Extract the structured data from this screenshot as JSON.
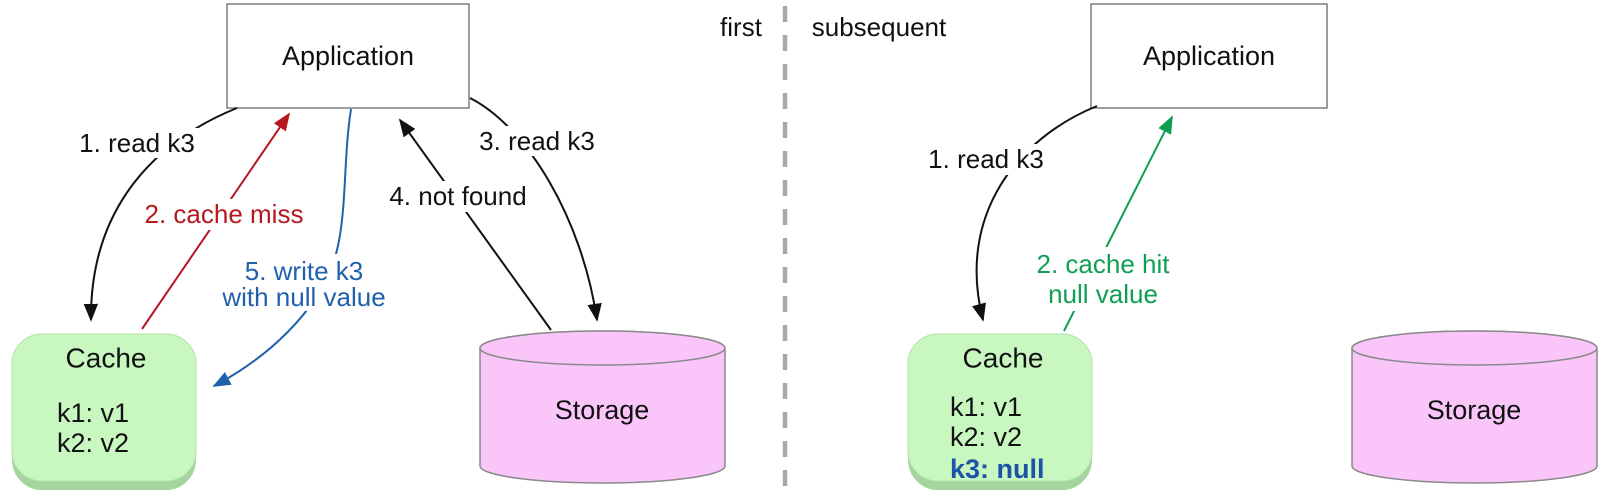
{
  "diagram": {
    "divider": {
      "left_label": "first",
      "right_label": "subsequent"
    },
    "first": {
      "application": "Application",
      "labels": {
        "read_cache": "1. read k3",
        "cache_miss": "2. cache miss",
        "read_storage": "3. read k3",
        "not_found": "4. not found",
        "write_line1": "5. write k3",
        "write_line2": "with null value"
      },
      "cache": {
        "title": "Cache",
        "entry1": "k1: v1",
        "entry2": "k2: v2"
      },
      "storage": "Storage"
    },
    "subsequent": {
      "application": "Application",
      "labels": {
        "read_cache": "1. read k3",
        "hit_line1": "2. cache hit",
        "hit_line2": "null value"
      },
      "cache": {
        "title": "Cache",
        "entry1": "k1: v1",
        "entry2": "k2: v2",
        "entry3": "k3: null"
      },
      "storage": "Storage"
    },
    "colors": {
      "arrow_black": "#111111",
      "arrow_red": "#b5191e",
      "arrow_blue": "#2061ae",
      "arrow_green": "#0f9e54",
      "k3_text_blue": "#1d52a8",
      "cache_fill": "#c8f7c0",
      "cache_shadow": "#a5d49e",
      "cache_border": "#b2e3aa",
      "storage_fill": "#fac6fa",
      "box_stroke": "#7d7d7d",
      "divider_gray": "#a8a8a8"
    }
  }
}
